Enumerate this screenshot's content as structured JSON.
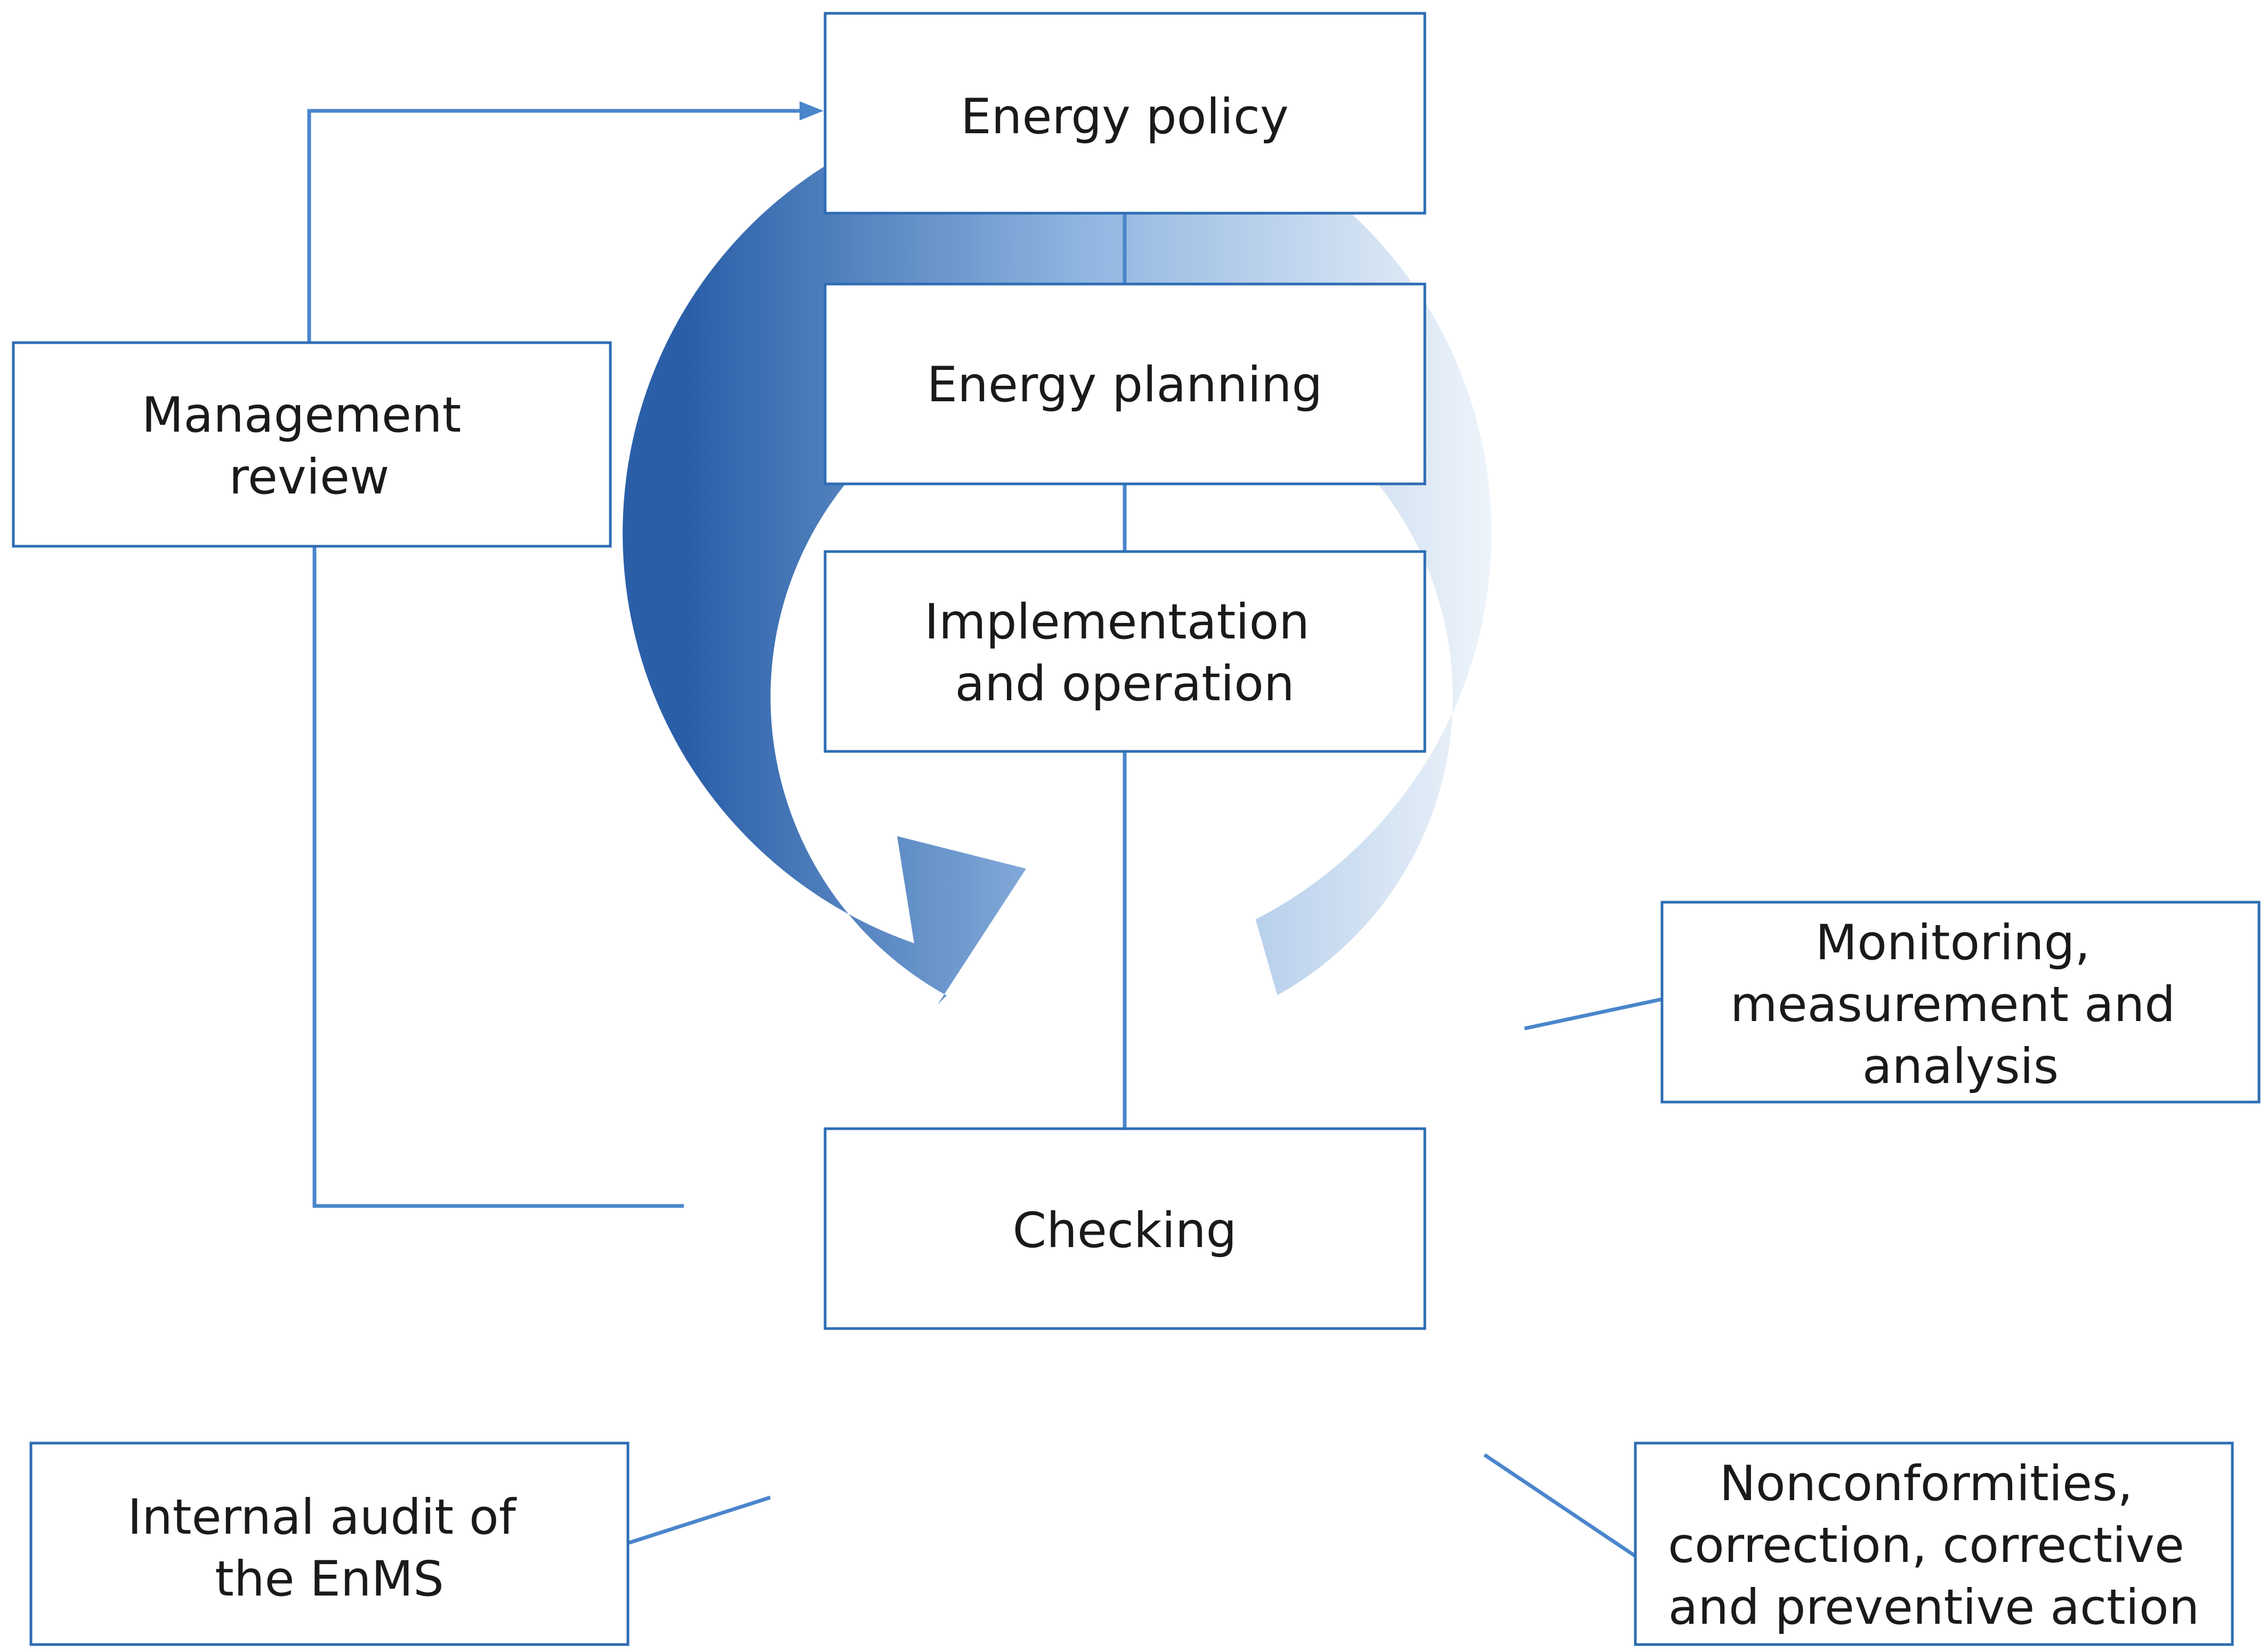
{
  "boxes": {
    "energy_policy": [
      "Energy policy"
    ],
    "energy_planning": [
      "Energy planning"
    ],
    "implementation": [
      "Implementation",
      "and operation"
    ],
    "checking": [
      "Checking"
    ],
    "management_review": [
      "Management",
      "review"
    ],
    "monitoring": [
      "Monitoring,",
      "measurement and",
      "analysis"
    ],
    "nonconformities": [
      "Nonconformities,",
      "correction, corrective",
      "and preventive action"
    ],
    "internal_audit": [
      "Internal audit of",
      "the EnMS"
    ]
  },
  "colors": {
    "line": "#4a86cc",
    "box_border": "#2e6db4",
    "cycle_dark": "#2a5fa8",
    "cycle_light": "#ffffff"
  }
}
